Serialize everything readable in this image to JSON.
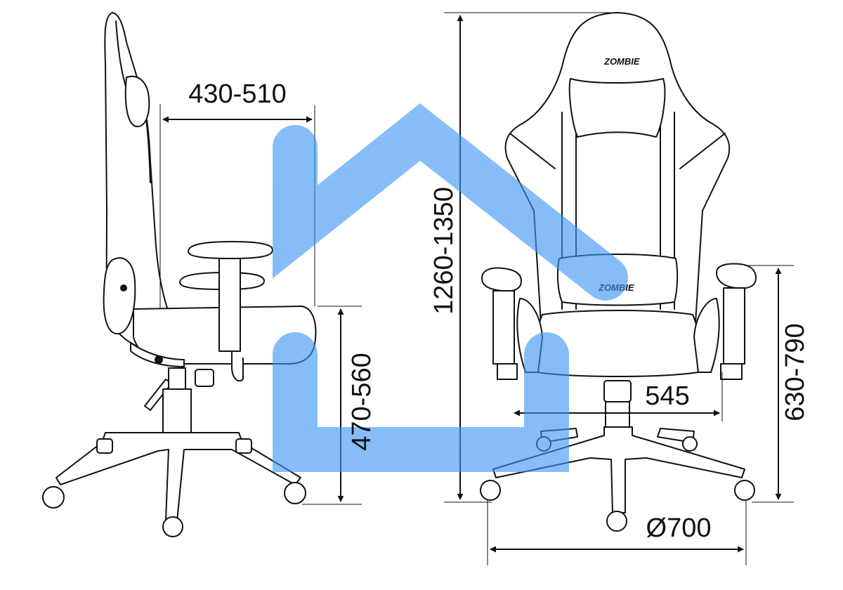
{
  "dimensions": {
    "seat_depth": "430-510",
    "seat_height": "470-560",
    "total_height": "1260-1350",
    "armrest_height": "630-790",
    "seat_width": "545",
    "base_diameter": "Ø700"
  },
  "brand": {
    "headrest_logo": "ZOMBIE",
    "cushion_logo": "ZOMBIE"
  },
  "colors": {
    "line": "#111111",
    "watermark": "#3d95f5"
  },
  "icons": {
    "watermark": "house-icon"
  }
}
